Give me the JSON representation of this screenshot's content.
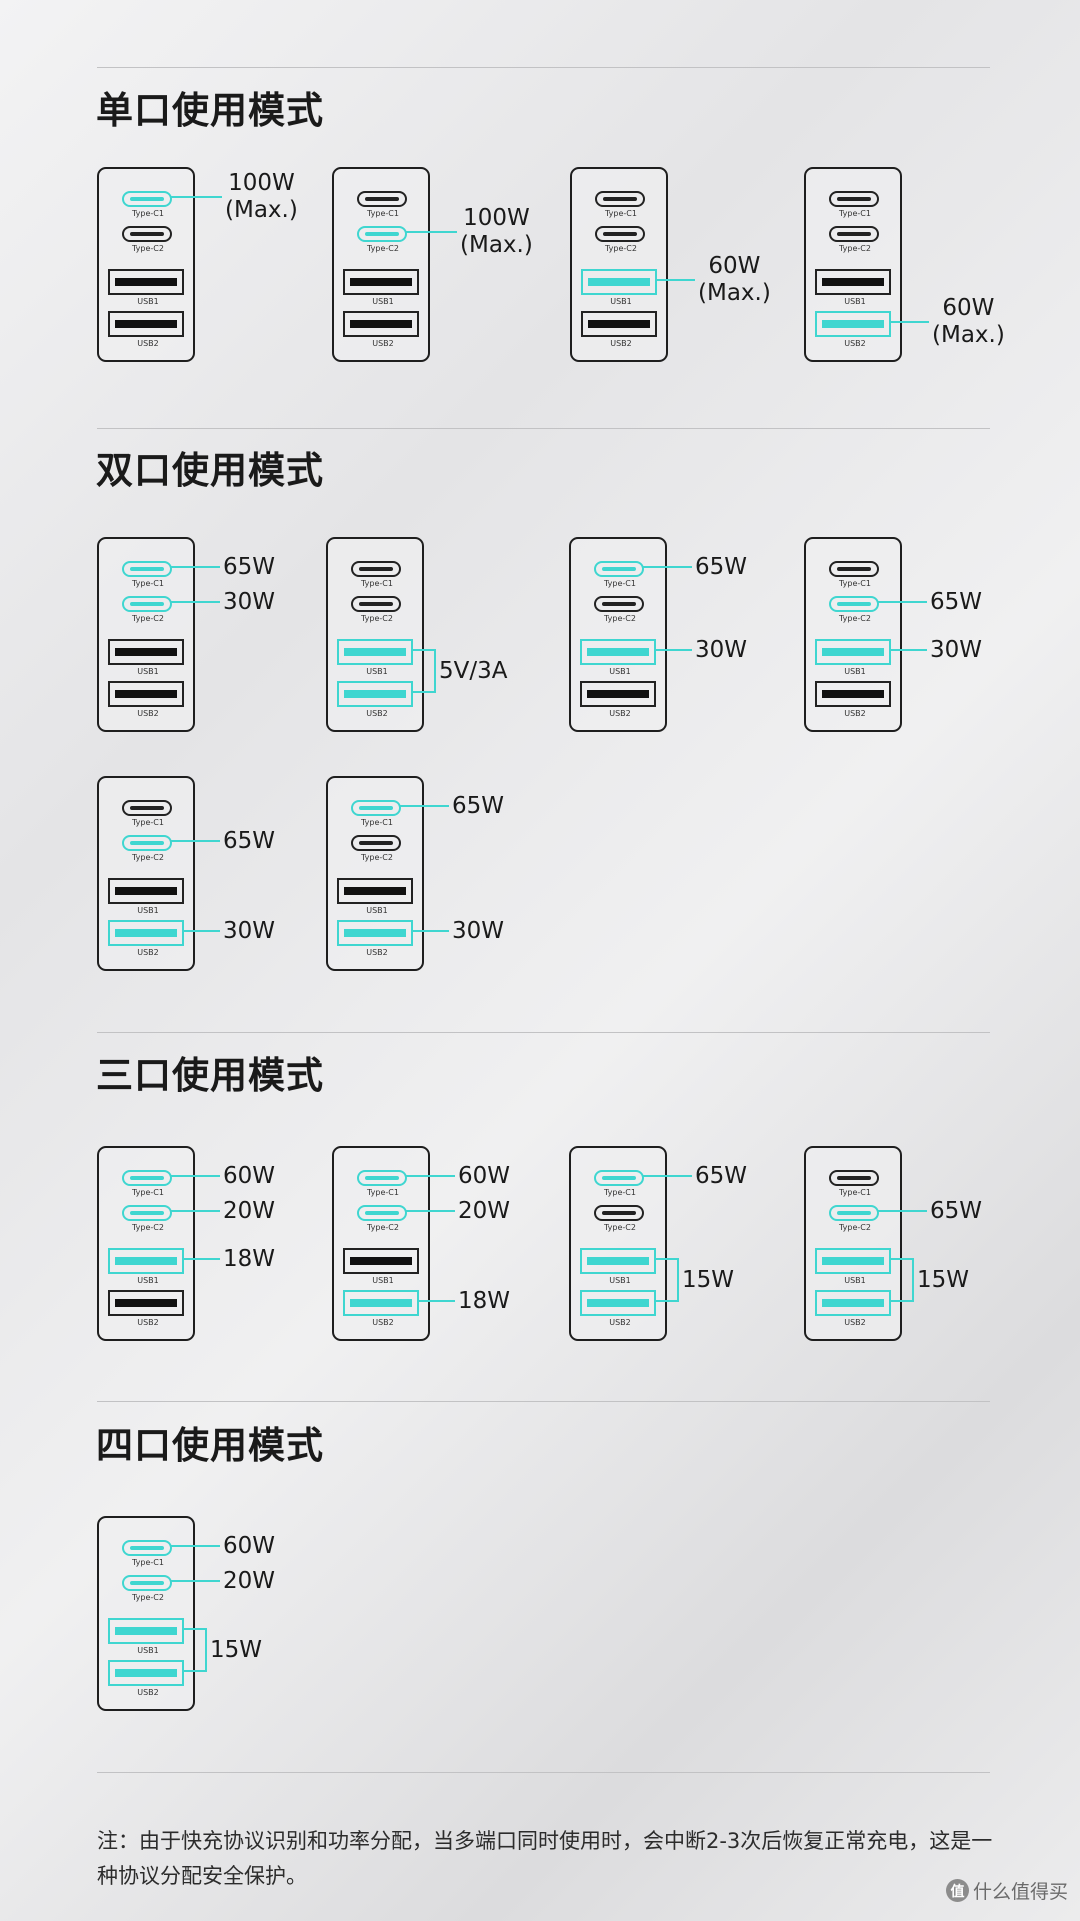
{
  "port_labels": {
    "c1": "Type-C1",
    "c2": "Type-C2",
    "a1": "USB1",
    "a2": "USB2"
  },
  "colors": {
    "active": "#3fd6d0",
    "inactive": "#222222"
  },
  "sections": [
    {
      "heading": "单口使用模式",
      "configs": [
        {
          "active": [
            "c1"
          ],
          "labels": [
            {
              "text": "100W\n(Max.)",
              "ports": [
                "c1"
              ]
            }
          ]
        },
        {
          "active": [
            "c2"
          ],
          "labels": [
            {
              "text": "100W\n(Max.)",
              "ports": [
                "c2"
              ]
            }
          ]
        },
        {
          "active": [
            "a1"
          ],
          "labels": [
            {
              "text": "60W\n(Max.)",
              "ports": [
                "a1"
              ]
            }
          ]
        },
        {
          "active": [
            "a2"
          ],
          "labels": [
            {
              "text": "60W\n(Max.)",
              "ports": [
                "a2"
              ]
            }
          ]
        }
      ]
    },
    {
      "heading": "双口使用模式",
      "configs": [
        {
          "active": [
            "c1",
            "c2"
          ],
          "labels": [
            {
              "text": "65W",
              "ports": [
                "c1"
              ]
            },
            {
              "text": "30W",
              "ports": [
                "c2"
              ]
            }
          ]
        },
        {
          "active": [
            "a1",
            "a2"
          ],
          "labels": [
            {
              "text": "5V/3A",
              "ports": [
                "a1",
                "a2"
              ]
            }
          ]
        },
        {
          "active": [
            "c1",
            "a1"
          ],
          "labels": [
            {
              "text": "65W",
              "ports": [
                "c1"
              ]
            },
            {
              "text": "30W",
              "ports": [
                "a1"
              ]
            }
          ]
        },
        {
          "active": [
            "c2",
            "a1"
          ],
          "labels": [
            {
              "text": "65W",
              "ports": [
                "c2"
              ]
            },
            {
              "text": "30W",
              "ports": [
                "a1"
              ]
            }
          ]
        },
        {
          "active": [
            "c2",
            "a2"
          ],
          "labels": [
            {
              "text": "65W",
              "ports": [
                "c2"
              ]
            },
            {
              "text": "30W",
              "ports": [
                "a2"
              ]
            }
          ]
        },
        {
          "active": [
            "c1",
            "a2"
          ],
          "labels": [
            {
              "text": "65W",
              "ports": [
                "c1"
              ]
            },
            {
              "text": "30W",
              "ports": [
                "a2"
              ]
            }
          ]
        }
      ]
    },
    {
      "heading": "三口使用模式",
      "configs": [
        {
          "active": [
            "c1",
            "c2",
            "a1"
          ],
          "labels": [
            {
              "text": "60W",
              "ports": [
                "c1"
              ]
            },
            {
              "text": "20W",
              "ports": [
                "c2"
              ]
            },
            {
              "text": "18W",
              "ports": [
                "a1"
              ]
            }
          ]
        },
        {
          "active": [
            "c1",
            "c2",
            "a2"
          ],
          "labels": [
            {
              "text": "60W",
              "ports": [
                "c1"
              ]
            },
            {
              "text": "20W",
              "ports": [
                "c2"
              ]
            },
            {
              "text": "18W",
              "ports": [
                "a2"
              ]
            }
          ]
        },
        {
          "active": [
            "c1",
            "a1",
            "a2"
          ],
          "labels": [
            {
              "text": "65W",
              "ports": [
                "c1"
              ]
            },
            {
              "text": "15W",
              "ports": [
                "a1",
                "a2"
              ]
            }
          ]
        },
        {
          "active": [
            "c2",
            "a1",
            "a2"
          ],
          "labels": [
            {
              "text": "65W",
              "ports": [
                "c2"
              ]
            },
            {
              "text": "15W",
              "ports": [
                "a1",
                "a2"
              ]
            }
          ]
        }
      ]
    },
    {
      "heading": "四口使用模式",
      "configs": [
        {
          "active": [
            "c1",
            "c2",
            "a1",
            "a2"
          ],
          "labels": [
            {
              "text": "60W",
              "ports": [
                "c1"
              ]
            },
            {
              "text": "20W",
              "ports": [
                "c2"
              ]
            },
            {
              "text": "15W",
              "ports": [
                "a1",
                "a2"
              ]
            }
          ]
        }
      ]
    }
  ],
  "note": "注：由于快充协议识别和功率分配，当多端口同时使用时，会中断2-3次后恢复正常充电，这是一种协议分配安全保护。",
  "watermark": {
    "icon_text": "值",
    "text": "什么值得买"
  }
}
